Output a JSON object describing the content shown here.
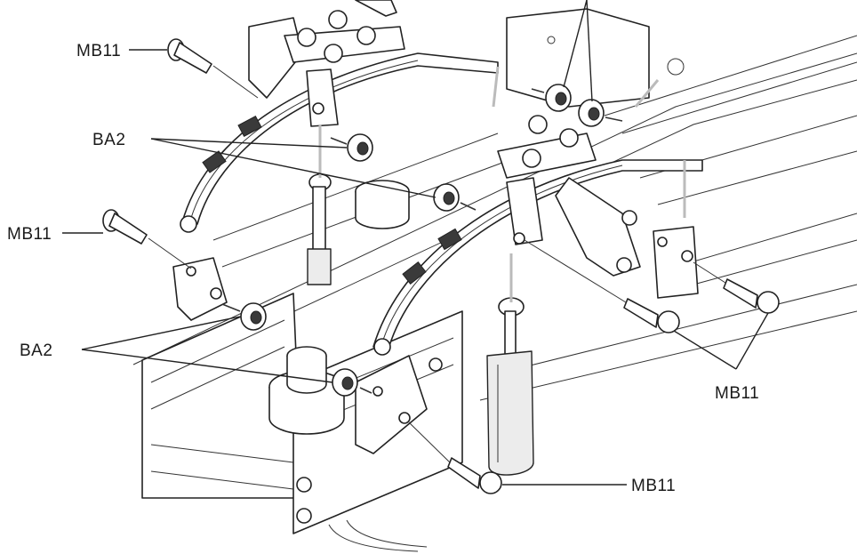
{
  "labels": {
    "mb11_top_left": "MB11",
    "ba2_upper": "BA2",
    "mb11_mid_left": "MB11",
    "ba2_lower": "BA2",
    "mb11_right": "MB11",
    "mb11_bottom": "MB11"
  }
}
